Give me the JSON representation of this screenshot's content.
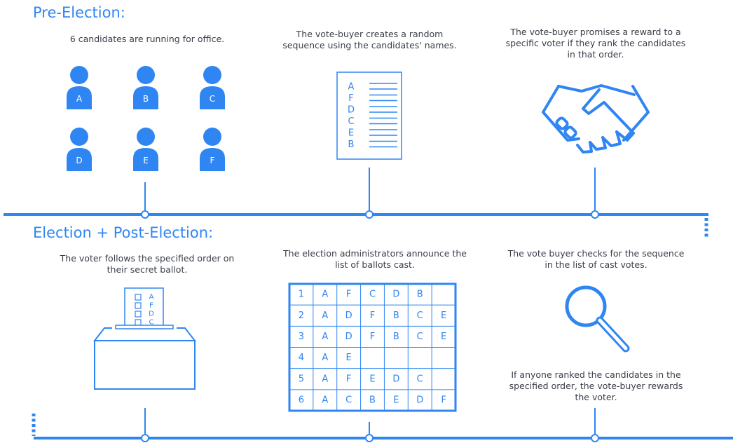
{
  "colors": {
    "accent": "#2f86f2",
    "text": "#3a3d4a"
  },
  "pre_election": {
    "heading": "Pre-Election:",
    "step1": {
      "text": "6 candidates are running for office.",
      "candidates": [
        "A",
        "B",
        "C",
        "D",
        "E",
        "F"
      ],
      "icon": "person-icon"
    },
    "step2": {
      "text": "The vote-buyer creates a random sequence using the candidates' names.",
      "sequence": [
        "A",
        "F",
        "D",
        "C",
        "E",
        "B"
      ],
      "icon": "document-icon"
    },
    "step3": {
      "text": "The vote-buyer promises a reward to a specific voter if they rank the candidates in that order.",
      "icon": "handshake-icon"
    }
  },
  "election": {
    "heading": "Election + Post-Election:",
    "step1": {
      "text": "The voter follows the specified order on their secret ballot.",
      "ballot": [
        "A",
        "F",
        "D",
        "C"
      ],
      "icon": "ballot-box-icon"
    },
    "step2": {
      "text": "The election administrators announce the list of ballots cast.",
      "table": [
        [
          "1",
          "A",
          "F",
          "C",
          "D",
          "B",
          ""
        ],
        [
          "2",
          "A",
          "D",
          "F",
          "B",
          "C",
          "E"
        ],
        [
          "3",
          "A",
          "D",
          "F",
          "B",
          "C",
          "E"
        ],
        [
          "4",
          "A",
          "E",
          "",
          "",
          "",
          ""
        ],
        [
          "5",
          "A",
          "F",
          "E",
          "D",
          "C",
          ""
        ],
        [
          "6",
          "A",
          "C",
          "B",
          "E",
          "D",
          "F"
        ]
      ]
    },
    "step3": {
      "text": "The vote buyer checks for the sequence in the list of cast votes.",
      "icon": "magnifier-icon",
      "result": "If anyone ranked the candidates in the specified order, the vote-buyer rewards the voter."
    }
  }
}
